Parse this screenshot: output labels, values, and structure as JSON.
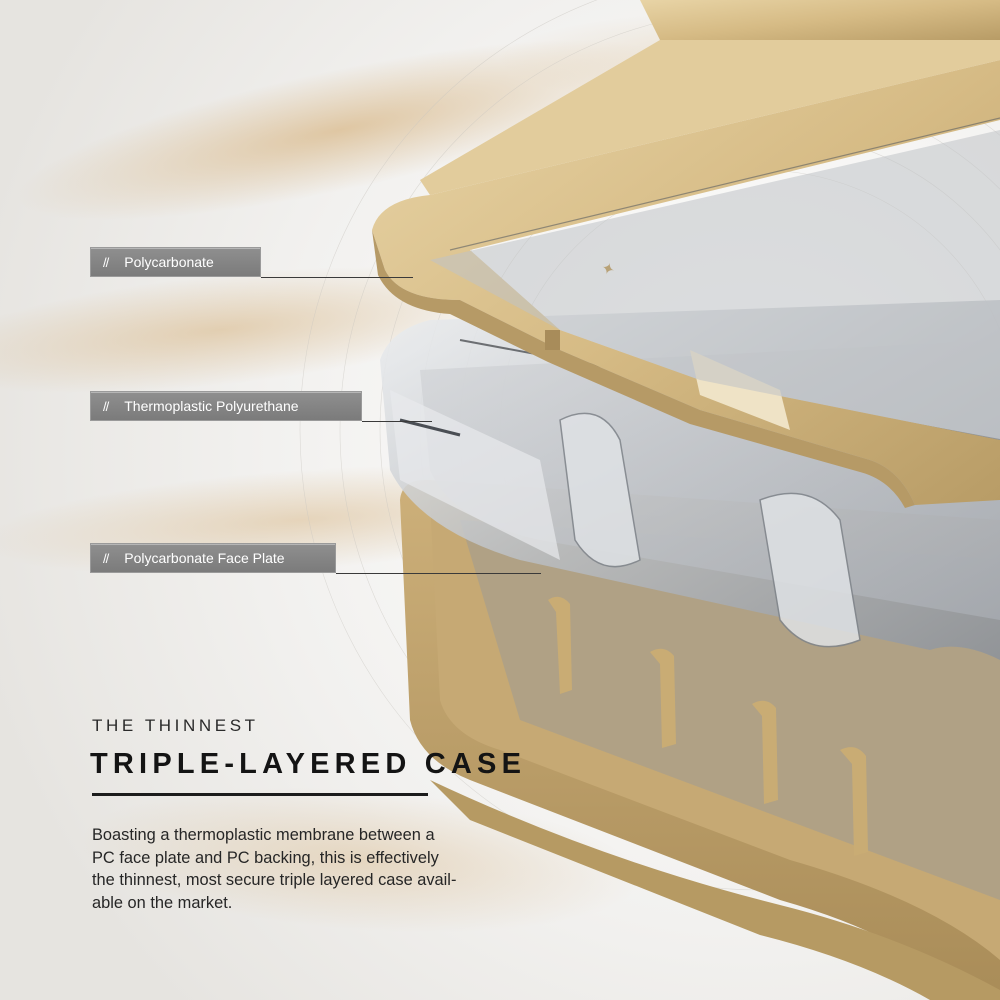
{
  "callouts": [
    {
      "slashes": "//",
      "label": "Polycarbonate"
    },
    {
      "slashes": "//",
      "label": "Thermoplastic Polyurethane"
    },
    {
      "slashes": "//",
      "label": "Polycarbonate Face Plate"
    }
  ],
  "kicker": "THE THINNEST",
  "headline": "TRIPLE-LAYERED CASE",
  "body_lines": [
    "Boasting a thermoplastic membrane between a",
    "PC face plate and PC backing, this is effectively",
    "the thinnest, most secure triple layered case avail-",
    "able on the market."
  ],
  "colors": {
    "gold": "#d8bf8c",
    "gold_dark": "#b59a66",
    "clear_layer": "#c9ccd0",
    "callout_bg": "#858585"
  }
}
